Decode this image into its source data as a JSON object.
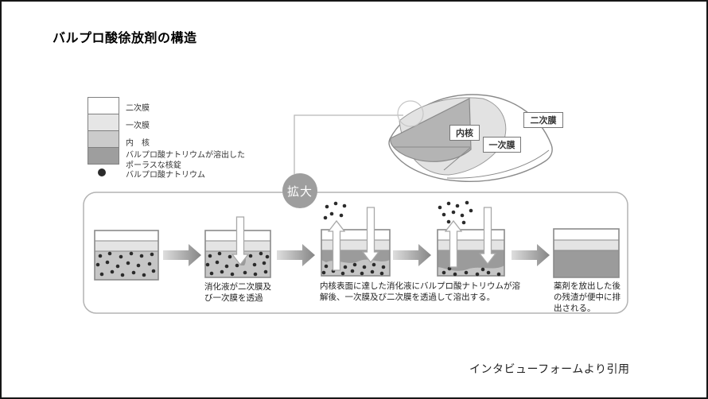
{
  "title": "バルプロ酸徐放剤の構造",
  "citation": "インタビューフォームより引用",
  "legend": {
    "items": [
      {
        "label": "二次膜"
      },
      {
        "label": "一次膜"
      },
      {
        "label": "内　核"
      },
      {
        "label": "バルプロ酸ナトリウムが溶出した",
        "label2": "ポーラスな核錠"
      },
      {
        "label": "バルプロ酸ナトリウム"
      }
    ]
  },
  "tablet": {
    "label_core": "内核",
    "label_primary": "一次膜",
    "label_secondary": "二次膜",
    "magnify_label": "拡大"
  },
  "process": {
    "caption_stage2": {
      "line1": "消化液が二次膜及",
      "line2": "び一次膜を透過"
    },
    "caption_stage34": {
      "line1": "内核表面に達した消化液にバルプロ酸ナトリウムが溶",
      "line2": "解後、一次膜及び二次膜を透過して溶出する。"
    },
    "caption_stage5": {
      "line1": "薬剤を放出した後",
      "line2": "の残渣が便中に排",
      "line3": "出される。"
    }
  },
  "colors": {
    "secondary_membrane": "#ffffff",
    "primary_membrane": "#e6e6e6",
    "inner_core": "#c6c6c6",
    "porous_core": "#9b9b9b",
    "particle": "#2b2b2b",
    "magnify_circle": "#9e9e9e",
    "outline_gray": "#8a8a8a",
    "frame_border": "#161616"
  }
}
